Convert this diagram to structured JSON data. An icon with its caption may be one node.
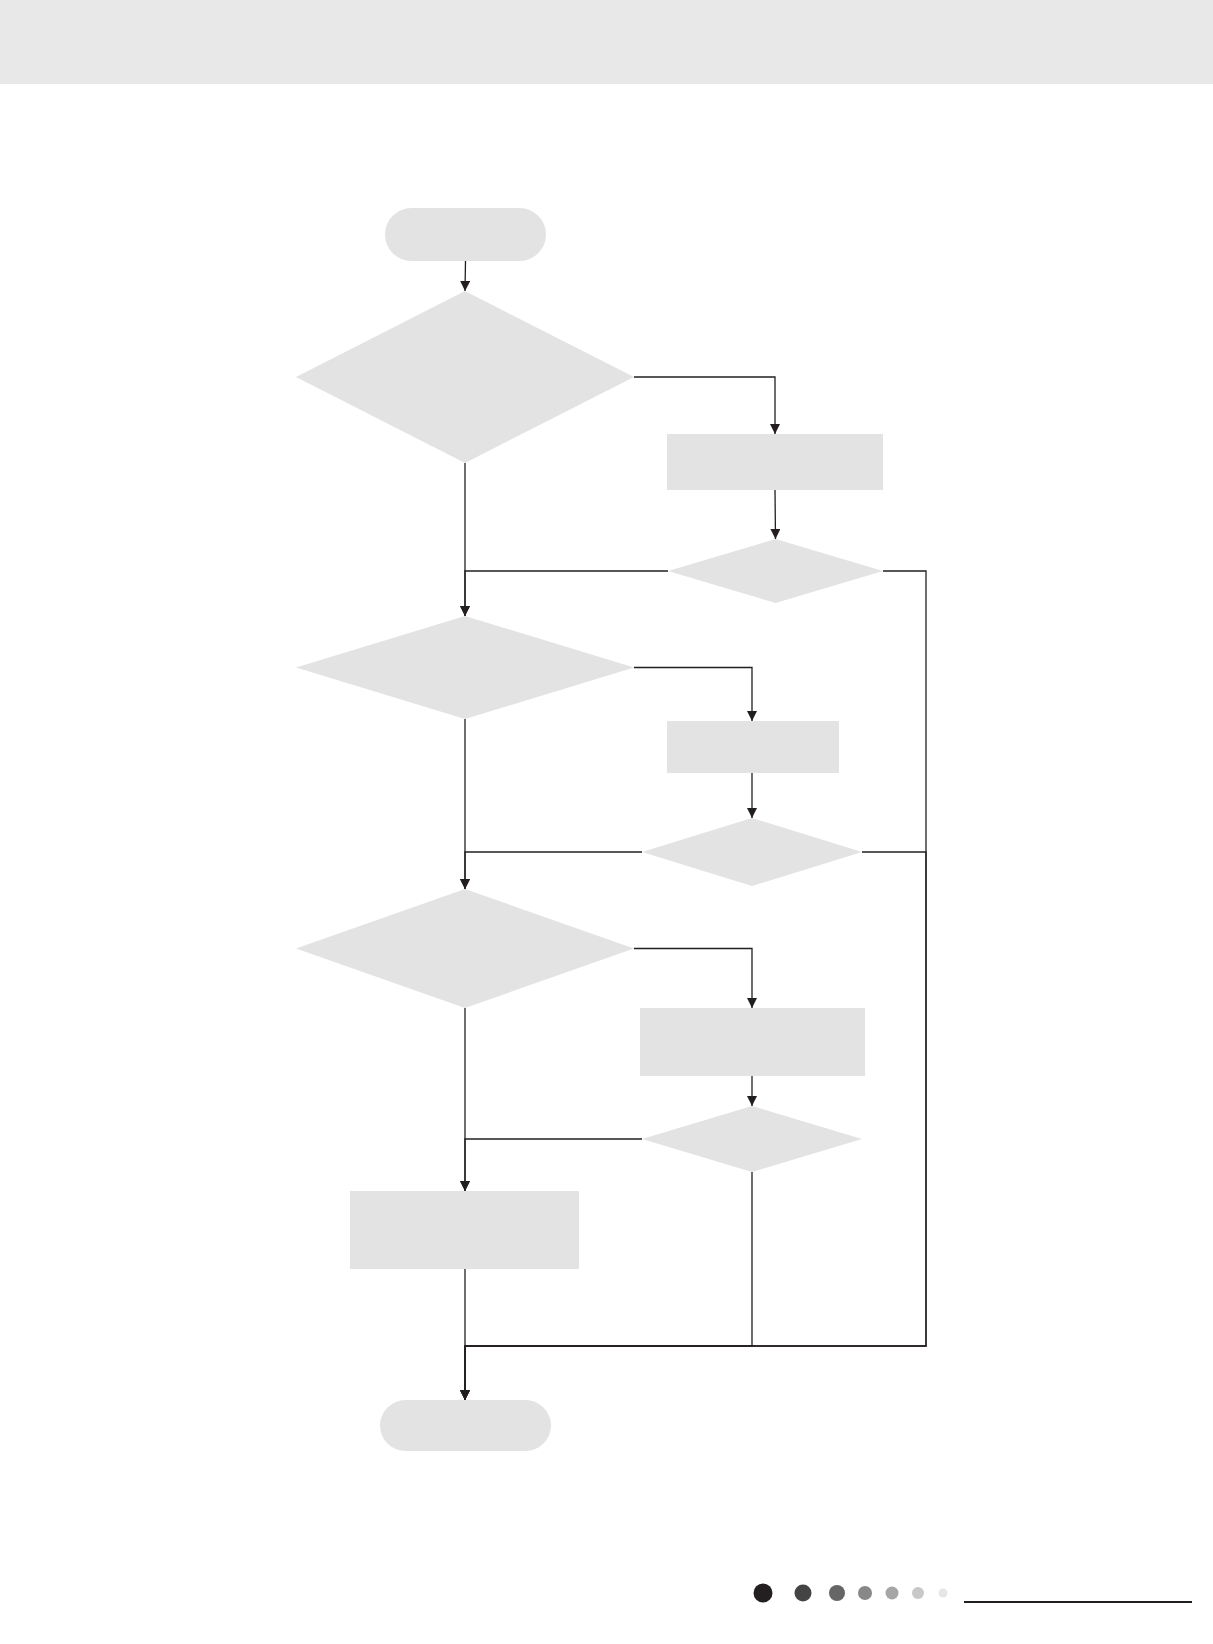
{
  "diagram": {
    "nodes": [
      {
        "text": [],
        "shape": "pill"
      },
      {
        "text": [],
        "shape": "diamond"
      },
      {
        "text": [],
        "shape": "box"
      },
      {
        "text": [],
        "shape": "diamond"
      },
      {
        "text": [],
        "shape": "diamond"
      },
      {
        "text": [],
        "shape": "box"
      },
      {
        "text": [],
        "shape": "diamond"
      },
      {
        "text": [],
        "shape": "diamond"
      },
      {
        "text": [],
        "shape": "box"
      },
      {
        "text": [],
        "shape": "diamond"
      },
      {
        "text": [],
        "shape": "box"
      },
      {
        "text": [],
        "shape": "pill"
      }
    ],
    "edges": [
      {
        "from": 0,
        "to": 1,
        "arrow": "to"
      },
      {
        "from": 1,
        "to": 2,
        "arrow": "to"
      },
      {
        "from": 2,
        "to": 3,
        "arrow": "to"
      },
      {
        "from": 3,
        "to": 4,
        "arrow": "to"
      },
      {
        "from": 3,
        "to": 11,
        "arrow": "to"
      },
      {
        "from": 1,
        "to": 4,
        "arrow": "to"
      },
      {
        "from": 4,
        "to": 5,
        "arrow": "to"
      },
      {
        "from": 5,
        "to": 6,
        "arrow": "to"
      },
      {
        "from": 6,
        "to": 7,
        "arrow": "to"
      },
      {
        "from": 6,
        "to": 11,
        "arrow": "to"
      },
      {
        "from": 4,
        "to": 7,
        "arrow": "to"
      },
      {
        "from": 7,
        "to": 8,
        "arrow": "to"
      },
      {
        "from": 8,
        "to": 9,
        "arrow": "to"
      },
      {
        "from": 9,
        "to": 10,
        "arrow": "to"
      },
      {
        "from": 9,
        "to": 11,
        "arrow": "to"
      },
      {
        "from": 7,
        "to": 10,
        "arrow": "to"
      },
      {
        "from": 10,
        "to": 11,
        "arrow": "to"
      }
    ]
  }
}
